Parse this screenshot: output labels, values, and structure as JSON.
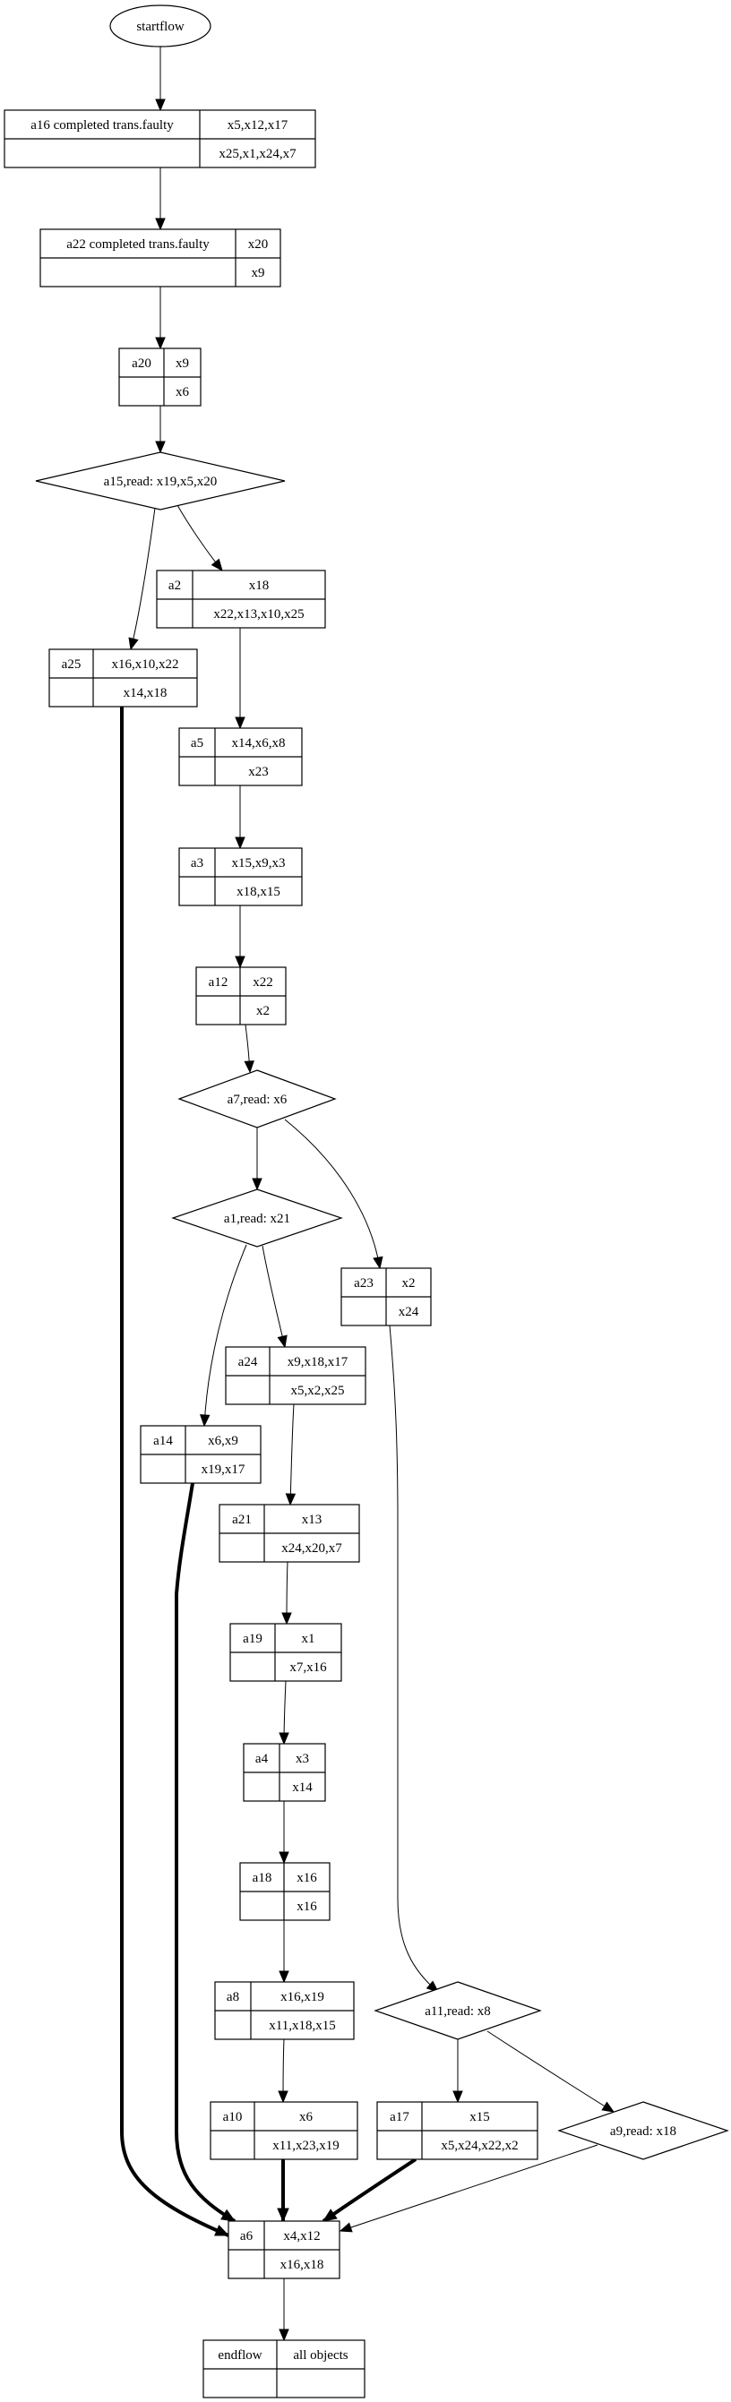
{
  "diagram": {
    "type": "flowchart",
    "nodes": [
      {
        "id": "startflow",
        "shape": "ellipse",
        "label": "startflow"
      },
      {
        "id": "a16",
        "shape": "record",
        "name": "a16 completed trans.faulty",
        "top": "x5,x12,x17",
        "bottom": "x25,x1,x24,x7"
      },
      {
        "id": "a22",
        "shape": "record",
        "name": "a22 completed trans.faulty",
        "top": "x20",
        "bottom": "x9"
      },
      {
        "id": "a20",
        "shape": "record",
        "name": "a20",
        "top": "x9",
        "bottom": "x6"
      },
      {
        "id": "a15",
        "shape": "diamond",
        "label": "a15,read: x19,x5,x20"
      },
      {
        "id": "a2",
        "shape": "record",
        "name": "a2",
        "top": "x18",
        "bottom": "x22,x13,x10,x25"
      },
      {
        "id": "a25",
        "shape": "record",
        "name": "a25",
        "top": "x16,x10,x22",
        "bottom": "x14,x18"
      },
      {
        "id": "a5",
        "shape": "record",
        "name": "a5",
        "top": "x14,x6,x8",
        "bottom": "x23"
      },
      {
        "id": "a3",
        "shape": "record",
        "name": "a3",
        "top": "x15,x9,x3",
        "bottom": "x18,x15"
      },
      {
        "id": "a12",
        "shape": "record",
        "name": "a12",
        "top": "x22",
        "bottom": "x2"
      },
      {
        "id": "a7",
        "shape": "diamond",
        "label": "a7,read: x6"
      },
      {
        "id": "a1",
        "shape": "diamond",
        "label": "a1,read: x21"
      },
      {
        "id": "a23",
        "shape": "record",
        "name": "a23",
        "top": "x2",
        "bottom": "x24"
      },
      {
        "id": "a24",
        "shape": "record",
        "name": "a24",
        "top": "x9,x18,x17",
        "bottom": "x5,x2,x25"
      },
      {
        "id": "a14",
        "shape": "record",
        "name": "a14",
        "top": "x6,x9",
        "bottom": "x19,x17"
      },
      {
        "id": "a21",
        "shape": "record",
        "name": "a21",
        "top": "x13",
        "bottom": "x24,x20,x7"
      },
      {
        "id": "a19",
        "shape": "record",
        "name": "a19",
        "top": "x1",
        "bottom": "x7,x16"
      },
      {
        "id": "a4",
        "shape": "record",
        "name": "a4",
        "top": "x3",
        "bottom": "x14"
      },
      {
        "id": "a18",
        "shape": "record",
        "name": "a18",
        "top": "x16",
        "bottom": "x16"
      },
      {
        "id": "a8",
        "shape": "record",
        "name": "a8",
        "top": "x16,x19",
        "bottom": "x11,x18,x15"
      },
      {
        "id": "a11",
        "shape": "diamond",
        "label": "a11,read: x8"
      },
      {
        "id": "a10",
        "shape": "record",
        "name": "a10",
        "top": "x6",
        "bottom": "x11,x23,x19"
      },
      {
        "id": "a17",
        "shape": "record",
        "name": "a17",
        "top": "x15",
        "bottom": "x5,x24,x22,x2"
      },
      {
        "id": "a9",
        "shape": "diamond",
        "label": "a9,read: x18"
      },
      {
        "id": "a6",
        "shape": "record",
        "name": "a6",
        "top": "x4,x12",
        "bottom": "x16,x18"
      },
      {
        "id": "endflow",
        "shape": "record",
        "name": "endflow",
        "top": "all objects",
        "bottom": ""
      }
    ],
    "edges": [
      {
        "from": "startflow",
        "to": "a16",
        "bold": false
      },
      {
        "from": "a16",
        "to": "a22",
        "bold": false
      },
      {
        "from": "a22",
        "to": "a20",
        "bold": false
      },
      {
        "from": "a20",
        "to": "a15",
        "bold": false
      },
      {
        "from": "a15",
        "to": "a25",
        "bold": false
      },
      {
        "from": "a15",
        "to": "a2",
        "bold": false
      },
      {
        "from": "a2",
        "to": "a5",
        "bold": false
      },
      {
        "from": "a5",
        "to": "a3",
        "bold": false
      },
      {
        "from": "a3",
        "to": "a12",
        "bold": false
      },
      {
        "from": "a12",
        "to": "a7",
        "bold": false
      },
      {
        "from": "a7",
        "to": "a1",
        "bold": false
      },
      {
        "from": "a7",
        "to": "a23",
        "bold": false
      },
      {
        "from": "a1",
        "to": "a14",
        "bold": false
      },
      {
        "from": "a1",
        "to": "a24",
        "bold": false
      },
      {
        "from": "a24",
        "to": "a21",
        "bold": false
      },
      {
        "from": "a21",
        "to": "a19",
        "bold": false
      },
      {
        "from": "a19",
        "to": "a4",
        "bold": false
      },
      {
        "from": "a4",
        "to": "a18",
        "bold": false
      },
      {
        "from": "a18",
        "to": "a8",
        "bold": false
      },
      {
        "from": "a8",
        "to": "a10",
        "bold": false
      },
      {
        "from": "a23",
        "to": "a11",
        "bold": false
      },
      {
        "from": "a11",
        "to": "a17",
        "bold": false
      },
      {
        "from": "a11",
        "to": "a9",
        "bold": false
      },
      {
        "from": "a25",
        "to": "a6",
        "bold": true
      },
      {
        "from": "a14",
        "to": "a6",
        "bold": true
      },
      {
        "from": "a10",
        "to": "a6",
        "bold": true
      },
      {
        "from": "a17",
        "to": "a6",
        "bold": true
      },
      {
        "from": "a9",
        "to": "a6",
        "bold": false
      },
      {
        "from": "a6",
        "to": "endflow",
        "bold": false
      }
    ]
  }
}
